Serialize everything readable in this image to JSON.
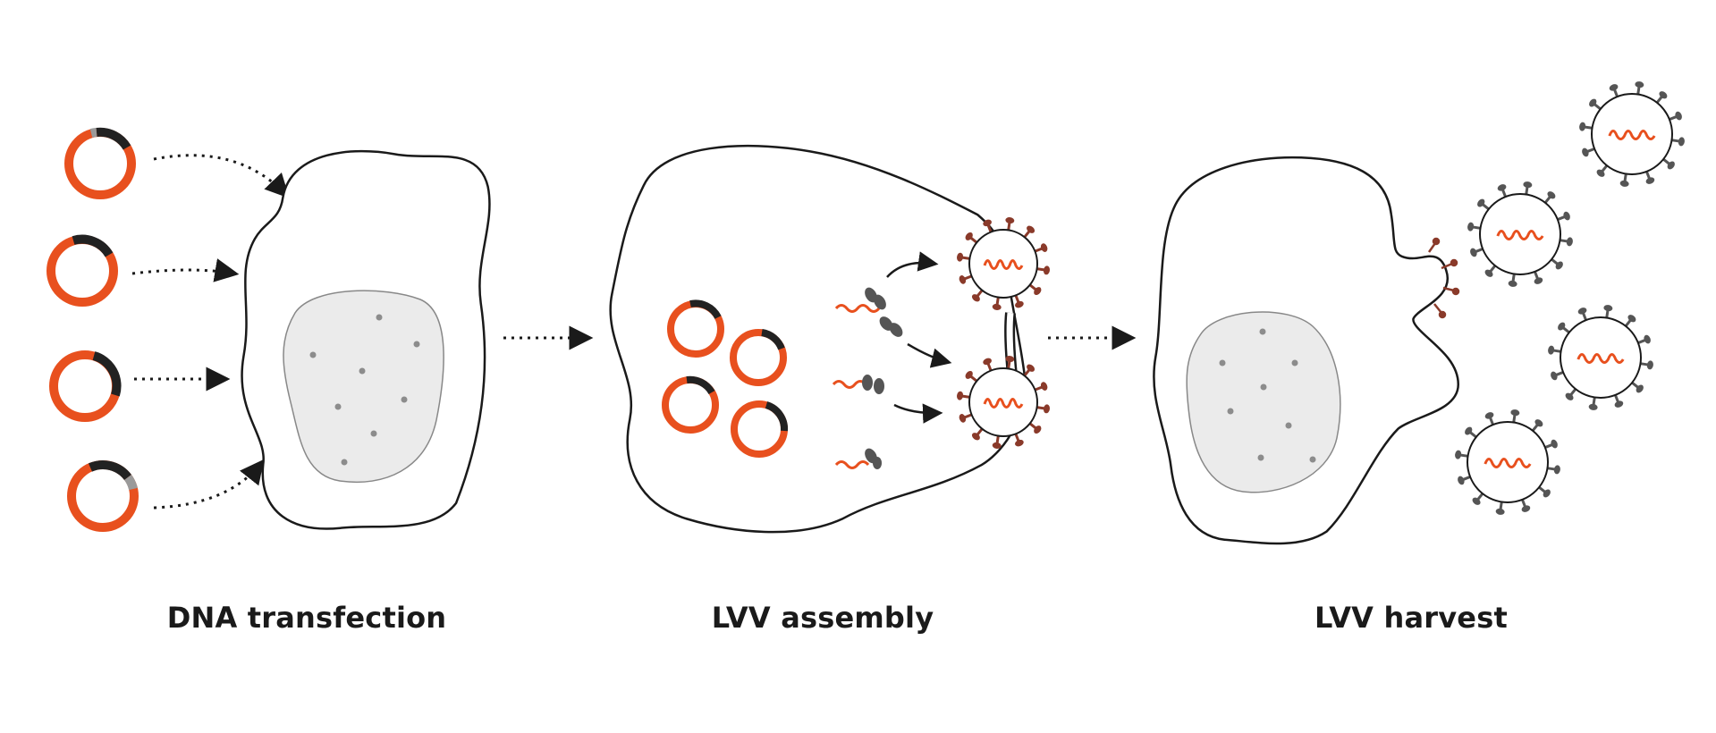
{
  "colors": {
    "plasmid": "#e8501e",
    "plasmid_marker": "#222222",
    "plasmid_marker_light": "#9a9a9a",
    "outline": "#1a1a1a",
    "nucleus_fill": "#ebebeb",
    "nucleus_stroke": "#888888",
    "nucleus_dot": "#8c8c8c",
    "rna": "#e8501e",
    "spike_dark": "#555555",
    "spike_red": "#8a3a2a",
    "protein": "#555555",
    "background": "#ffffff"
  },
  "icons": [
    "plasmid-icon",
    "cell-icon",
    "nucleus-icon",
    "virus-particle-icon",
    "rna-strand-icon",
    "protein-icon",
    "dotted-arrow-icon",
    "arrow-icon"
  ],
  "stages": [
    {
      "label": "DNA transfection"
    },
    {
      "label": "LVV assembly"
    },
    {
      "label": "LVV harvest"
    }
  ]
}
